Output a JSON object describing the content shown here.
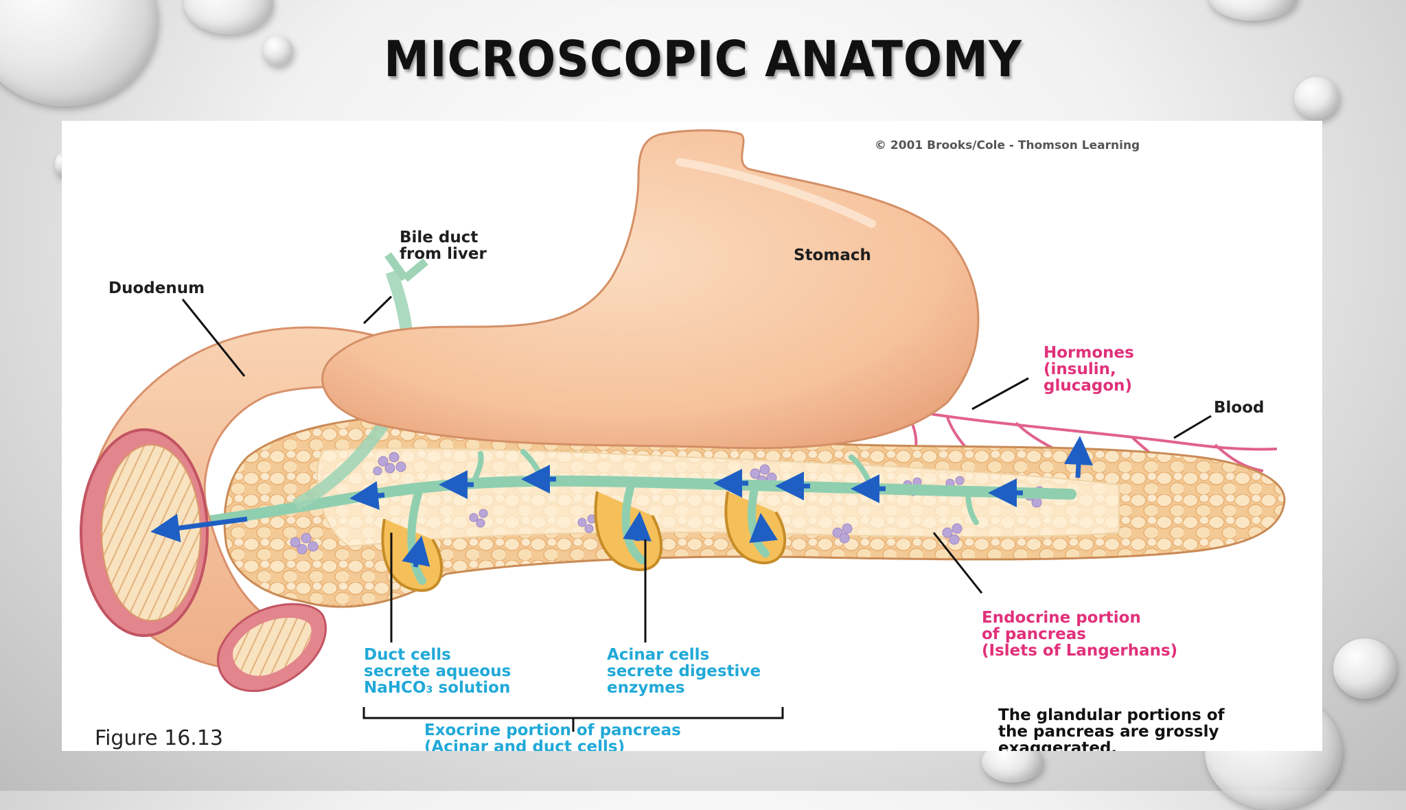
{
  "slide": {
    "title": "MICROSCOPIC ANATOMY"
  },
  "figure": {
    "copyright": "© 2001 Brooks/Cole - Thomson Learning",
    "figure_label": "Figure 16.13",
    "labels": {
      "bile_duct": [
        "Bile duct",
        "from liver"
      ],
      "duodenum": "Duodenum",
      "stomach": "Stomach",
      "hormones": [
        "Hormones",
        "(insulin,",
        "glucagon)"
      ],
      "blood": "Blood",
      "endocrine": [
        "Endocrine portion",
        "of pancreas",
        "(Islets of Langerhans)"
      ],
      "duct_cells": [
        "Duct cells",
        "secrete aqueous",
        "NaHCO₃ solution"
      ],
      "acinar_cells": [
        "Acinar cells",
        "secrete digestive",
        "enzymes"
      ],
      "exocrine": [
        "Exocrine portion of pancreas",
        "(Acinar and duct cells)"
      ],
      "note": [
        "The glandular portions of",
        "the pancreas are grossly",
        "exaggerated."
      ]
    },
    "colors": {
      "label_black": "#1e1e1e",
      "label_pink": "#e1307a",
      "label_cyan": "#20a9d8",
      "stomach": "#f7c7a1",
      "duct": "#8fcfb0",
      "flow_arrow": "#1f5fc4",
      "islet": "#b9a6d8"
    }
  }
}
